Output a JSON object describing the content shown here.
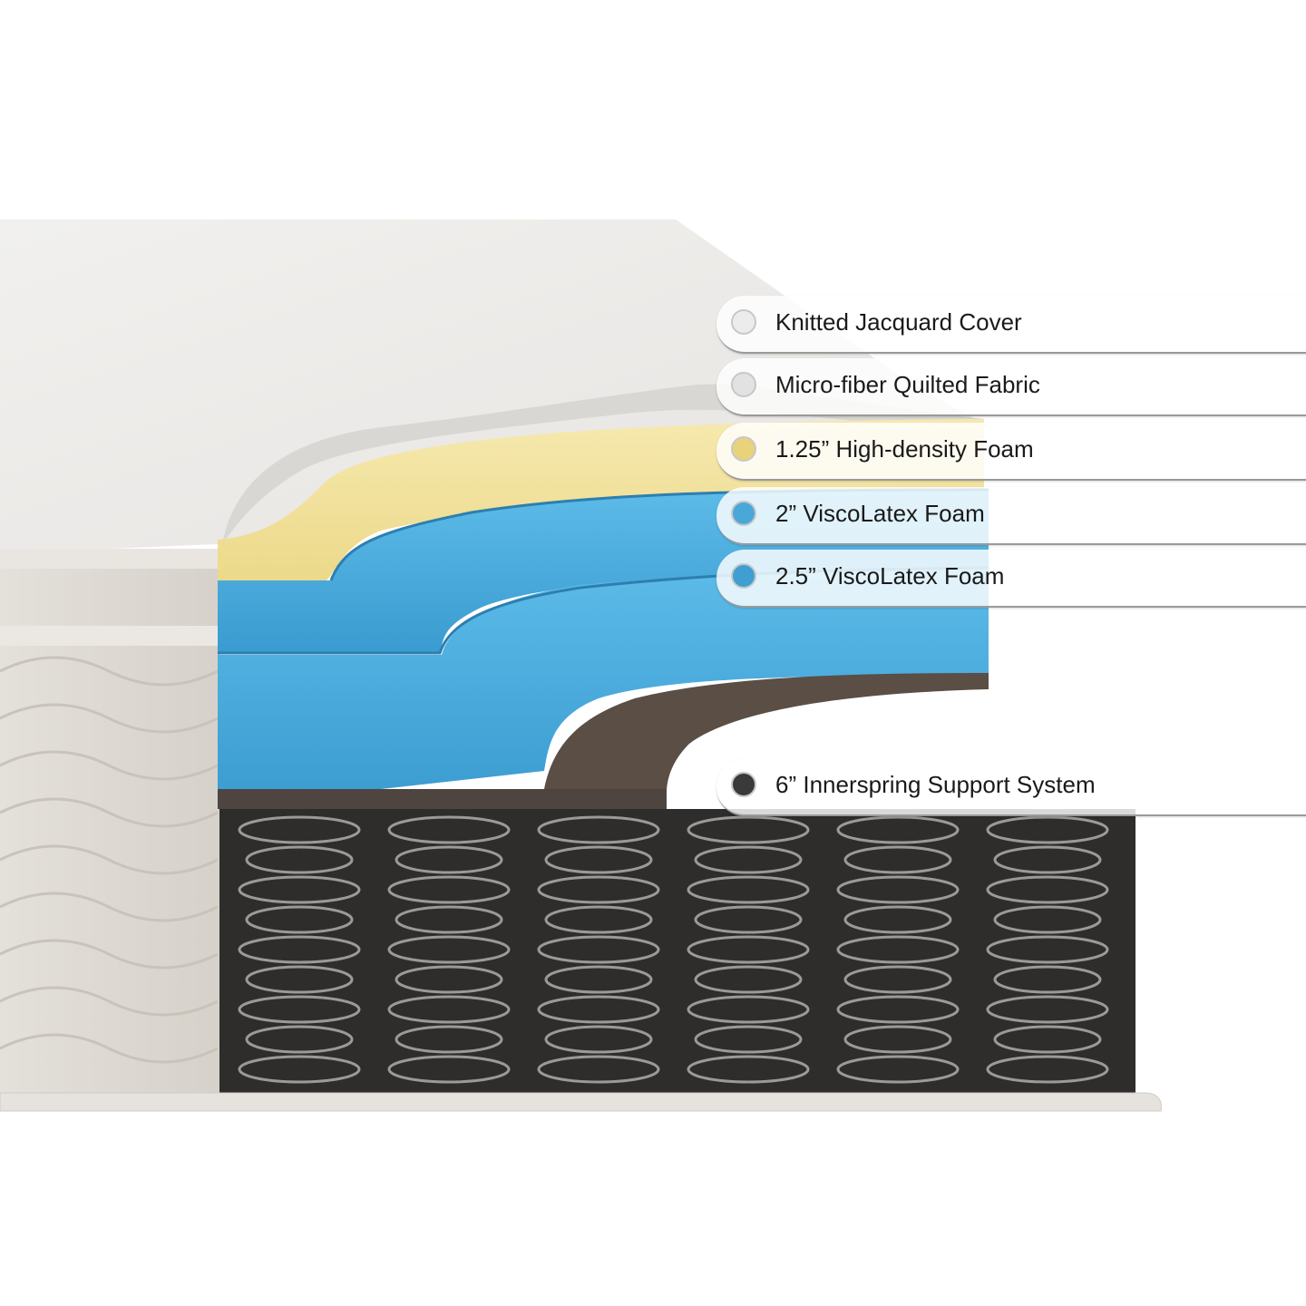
{
  "layers": [
    {
      "label": "Knitted Jacquard Cover",
      "icon": "cover-swatch-icon",
      "color": "#e8e8e8"
    },
    {
      "label": "Micro-fiber Quilted Fabric",
      "icon": "fabric-swatch-icon",
      "color": "#dcdcdc"
    },
    {
      "label": "1.25” High-density Foam",
      "icon": "foam-swatch-icon",
      "color": "#e8d27a"
    },
    {
      "label": "2” ViscoLatex Foam",
      "icon": "foam-swatch-icon",
      "color": "#4aa8d8"
    },
    {
      "label": "2.5” ViscoLatex Foam",
      "icon": "foam-swatch-icon",
      "color": "#3f9fd2"
    },
    {
      "label": "6” Innerspring Support System",
      "icon": "spring-swatch-icon",
      "color": "#3a3a3a"
    }
  ],
  "colors": {
    "yellow_foam": "#f3e3a0",
    "blue_foam": "#4fb0e0",
    "felt": "#5a4e45",
    "spring_bg": "#2b2b2b",
    "cover": "#efedea"
  }
}
